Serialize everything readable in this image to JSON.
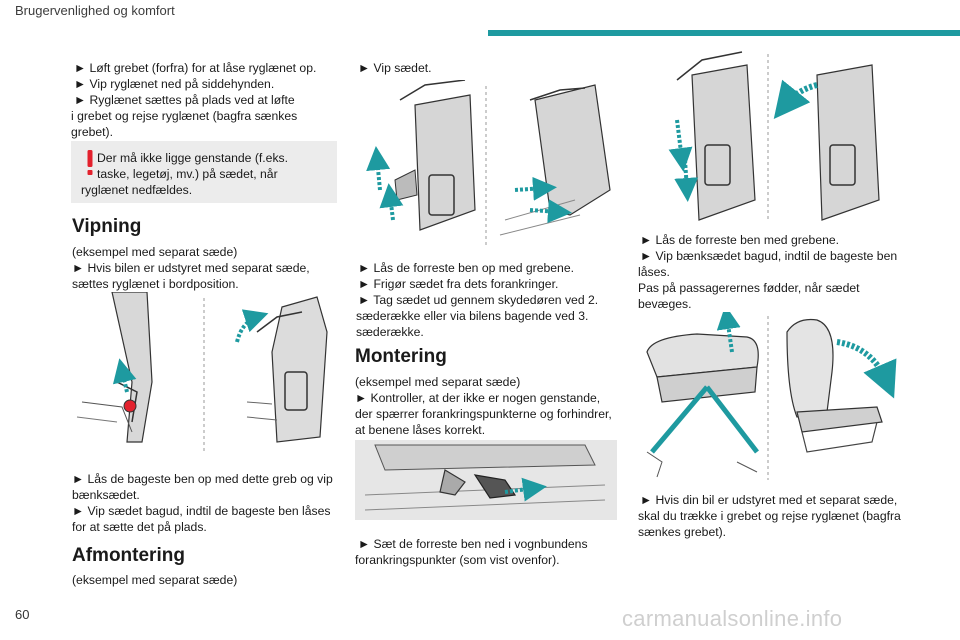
{
  "header": {
    "section_title": "Brugervenlighed og komfort",
    "accent_color": "#1e9aa0"
  },
  "col1": {
    "p1": [
      "► Løft grebet (forfra) for at låse ryglænet op.",
      "► Vip ryglænet ned på siddehynden.",
      "► Ryglænet sættes på plads ved at løfte",
      "i grebet og rejse ryglænet (bagfra sænkes",
      "grebet)."
    ],
    "warning": {
      "icon": "exclamation-warning-icon",
      "icon_color": "#e3212d",
      "lines": [
        "Der må ikke ligge genstande (f.eks.",
        "taske, legetøj, mv.) på sædet, når",
        "ryglænet nedfældes."
      ]
    },
    "heading_vipning": "Vipning",
    "p2": [
      "(eksempel med separat sæde)",
      "► Hvis bilen er udstyret med separat sæde,",
      "sættes ryglænet i bordposition."
    ],
    "p3": [
      "► Lås de bageste ben op med dette greb og vip",
      "bænksædet.",
      "► Vip sædet bagud, indtil de bageste ben låses",
      "for at sætte det på plads."
    ],
    "heading_afmontering": "Afmontering",
    "p4": "(eksempel med separat sæde)"
  },
  "col2": {
    "p1": "► Vip sædet.",
    "p2": [
      "► Lås de forreste ben op med grebene.",
      "► Frigør sædet fra dets forankringer.",
      "► Tag sædet ud gennem skydedøren ved 2.",
      "sæderække eller via bilens bagende ved 3.",
      "sæderække."
    ],
    "heading_montering": "Montering",
    "p3": [
      "(eksempel med separat sæde)",
      "► Kontroller, at der ikke er nogen genstande,",
      "der spærrer forankringspunkterne og forhindrer,",
      "at benene låses korrekt."
    ],
    "p4": [
      "► Sæt de forreste ben ned i vognbundens",
      "forankringspunkter (som vist ovenfor)."
    ]
  },
  "col3": {
    "p1": [
      "► Lås de forreste ben med grebene.",
      "► Vip bænksædet bagud, indtil de bageste ben",
      "låses.",
      "Pas på passagerernes fødder, når sædet",
      "bevæges."
    ],
    "p2": [
      "► Hvis din bil er udstyret med et separat sæde,",
      "skal du trække i grebet og rejse ryglænet (bagfra",
      "sænkes grebet)."
    ]
  },
  "footer": {
    "page_number": "60",
    "watermark": "carmanualsonline.info"
  }
}
